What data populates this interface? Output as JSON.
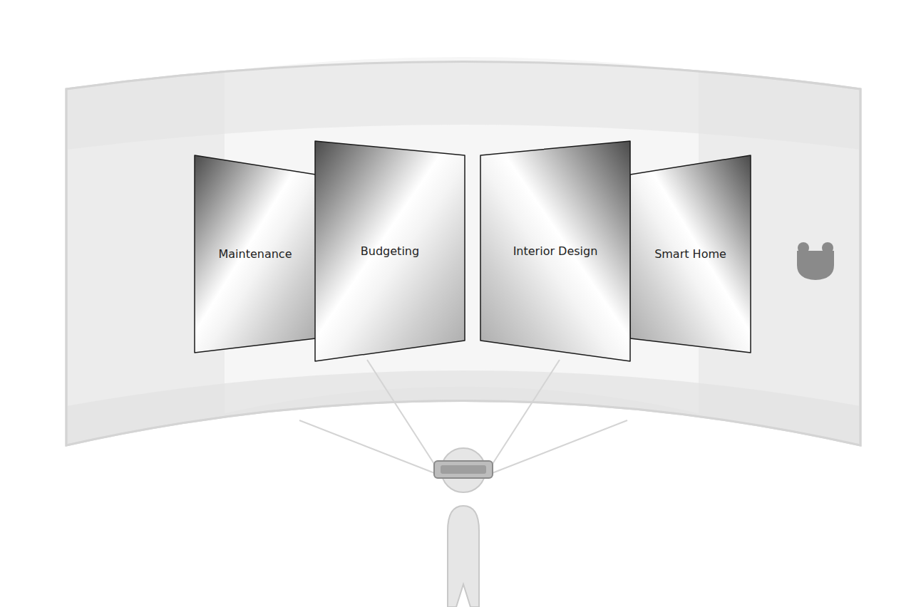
{
  "diagram": {
    "nodes": [
      {
        "text": [
          "Maintenance"
        ]
      },
      {
        "text": [
          "Budgeting"
        ]
      },
      {
        "text": [
          "Interior Design"
        ]
      },
      {
        "text": [
          "Smart Home"
        ]
      }
    ]
  }
}
